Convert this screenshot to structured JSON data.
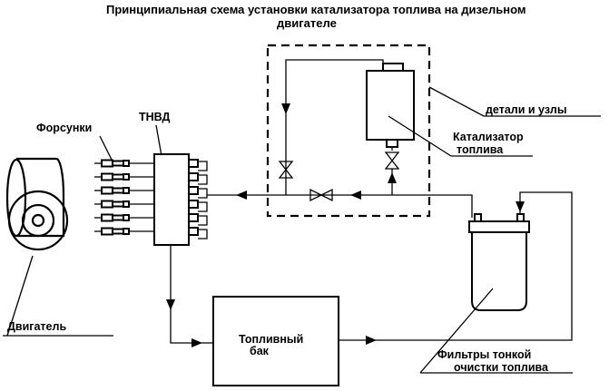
{
  "title": {
    "line1": "Принципиальная схема установки катализатора топлива на дизельном",
    "line2": "двигателе"
  },
  "labels": {
    "injectors": "Форсунки",
    "pump": "ТНВД",
    "engine": "Двигатель",
    "tank_line1": "Топливный",
    "tank_line2": "бак",
    "parts": "детали и узлы",
    "catalyst_line1": "Катализатор",
    "catalyst_line2": "топлива",
    "filters_line1": "Фильтры тонкой",
    "filters_line2": "очистки топлива"
  }
}
